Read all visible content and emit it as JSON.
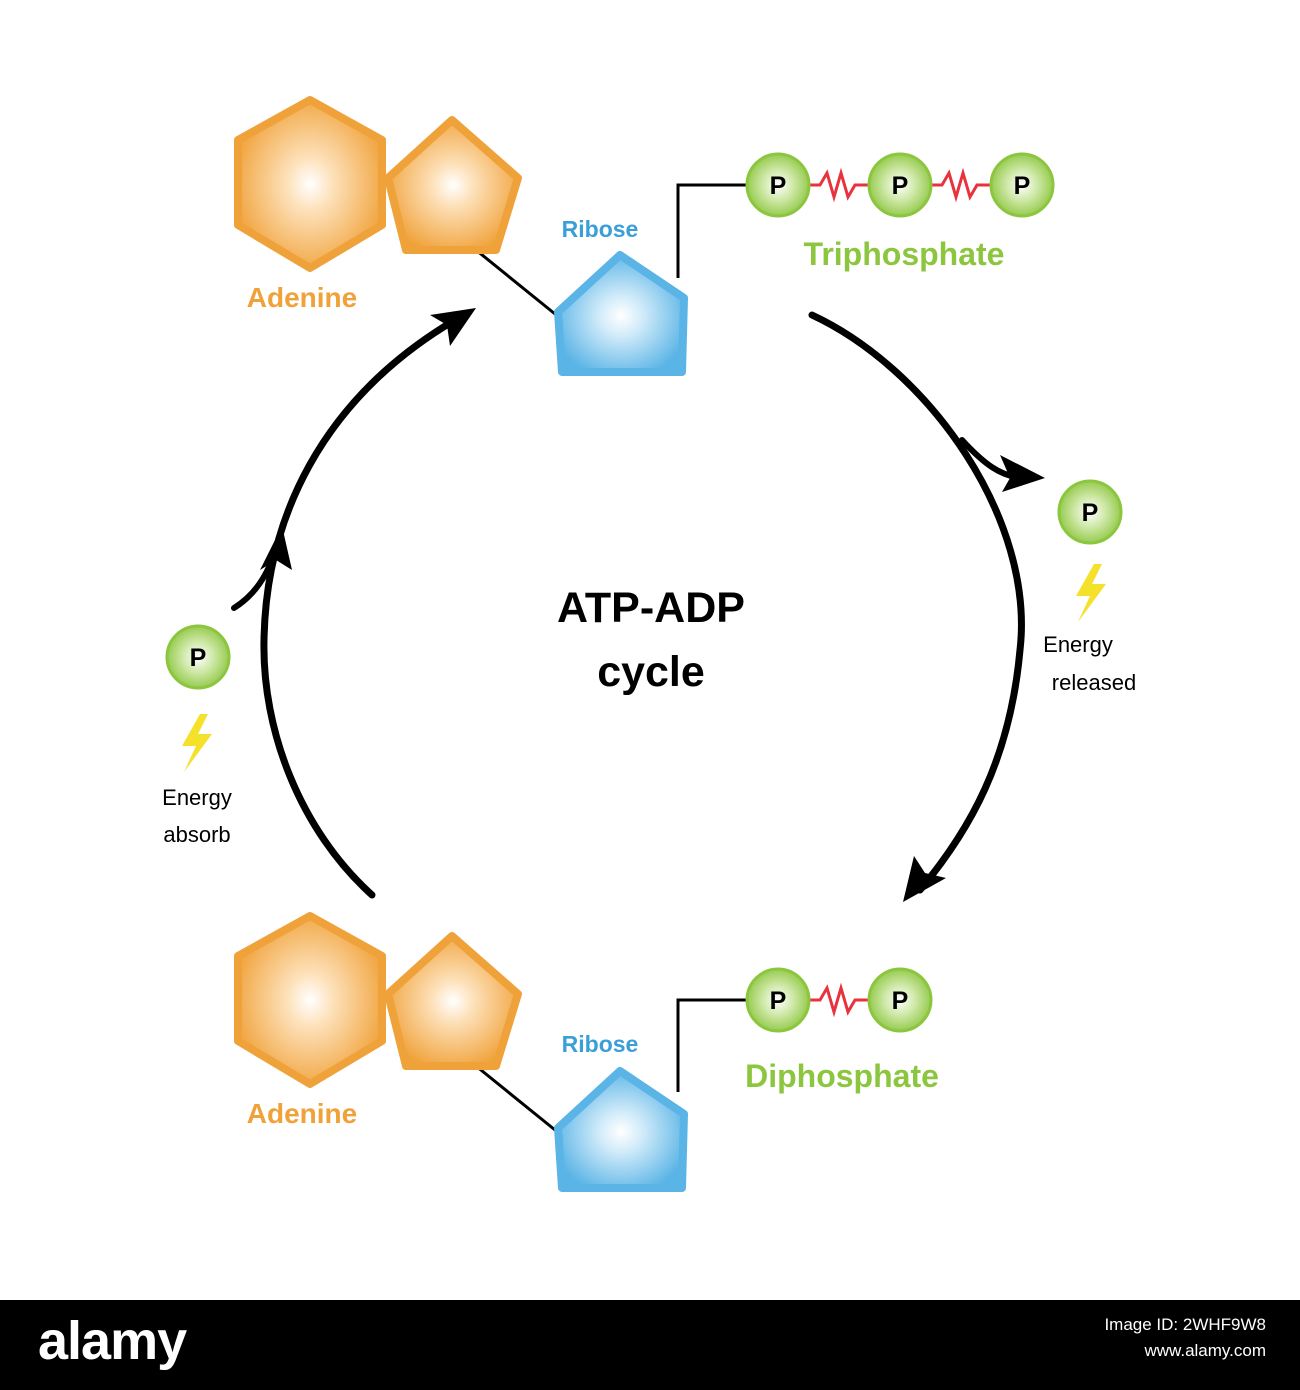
{
  "diagram": {
    "title_line1": "ATP-ADP",
    "title_line2": "cycle",
    "atp": {
      "adenine_label": "Adenine",
      "ribose_label": "Ribose",
      "phosphate_group_label": "Triphosphate",
      "phosphates": [
        "P",
        "P",
        "P"
      ]
    },
    "adp": {
      "adenine_label": "Adenine",
      "ribose_label": "Ribose",
      "phosphate_group_label": "Diphosphate",
      "phosphates": [
        "P",
        "P"
      ]
    },
    "released": {
      "phosphate": "P",
      "energy_line1": "Energy",
      "energy_line2": "released",
      "icon": "lightning-icon"
    },
    "absorbed": {
      "phosphate": "P",
      "energy_line1": "Energy",
      "energy_line2": "absorb",
      "icon": "lightning-icon"
    },
    "colors": {
      "adenine": "#f0a23a",
      "ribose": "#5ab4e6",
      "phosphate": "#8cc63f",
      "bond": "#e8323c",
      "lightning": "#f5e02a",
      "adenine_text": "#f0a23a",
      "ribose_text": "#3a9fd8",
      "phosphate_text": "#8cc63f"
    }
  },
  "footer": {
    "logo": "alamy",
    "image_id_label": "Image ID: 2WHF9W8",
    "site": "www.alamy.com"
  }
}
